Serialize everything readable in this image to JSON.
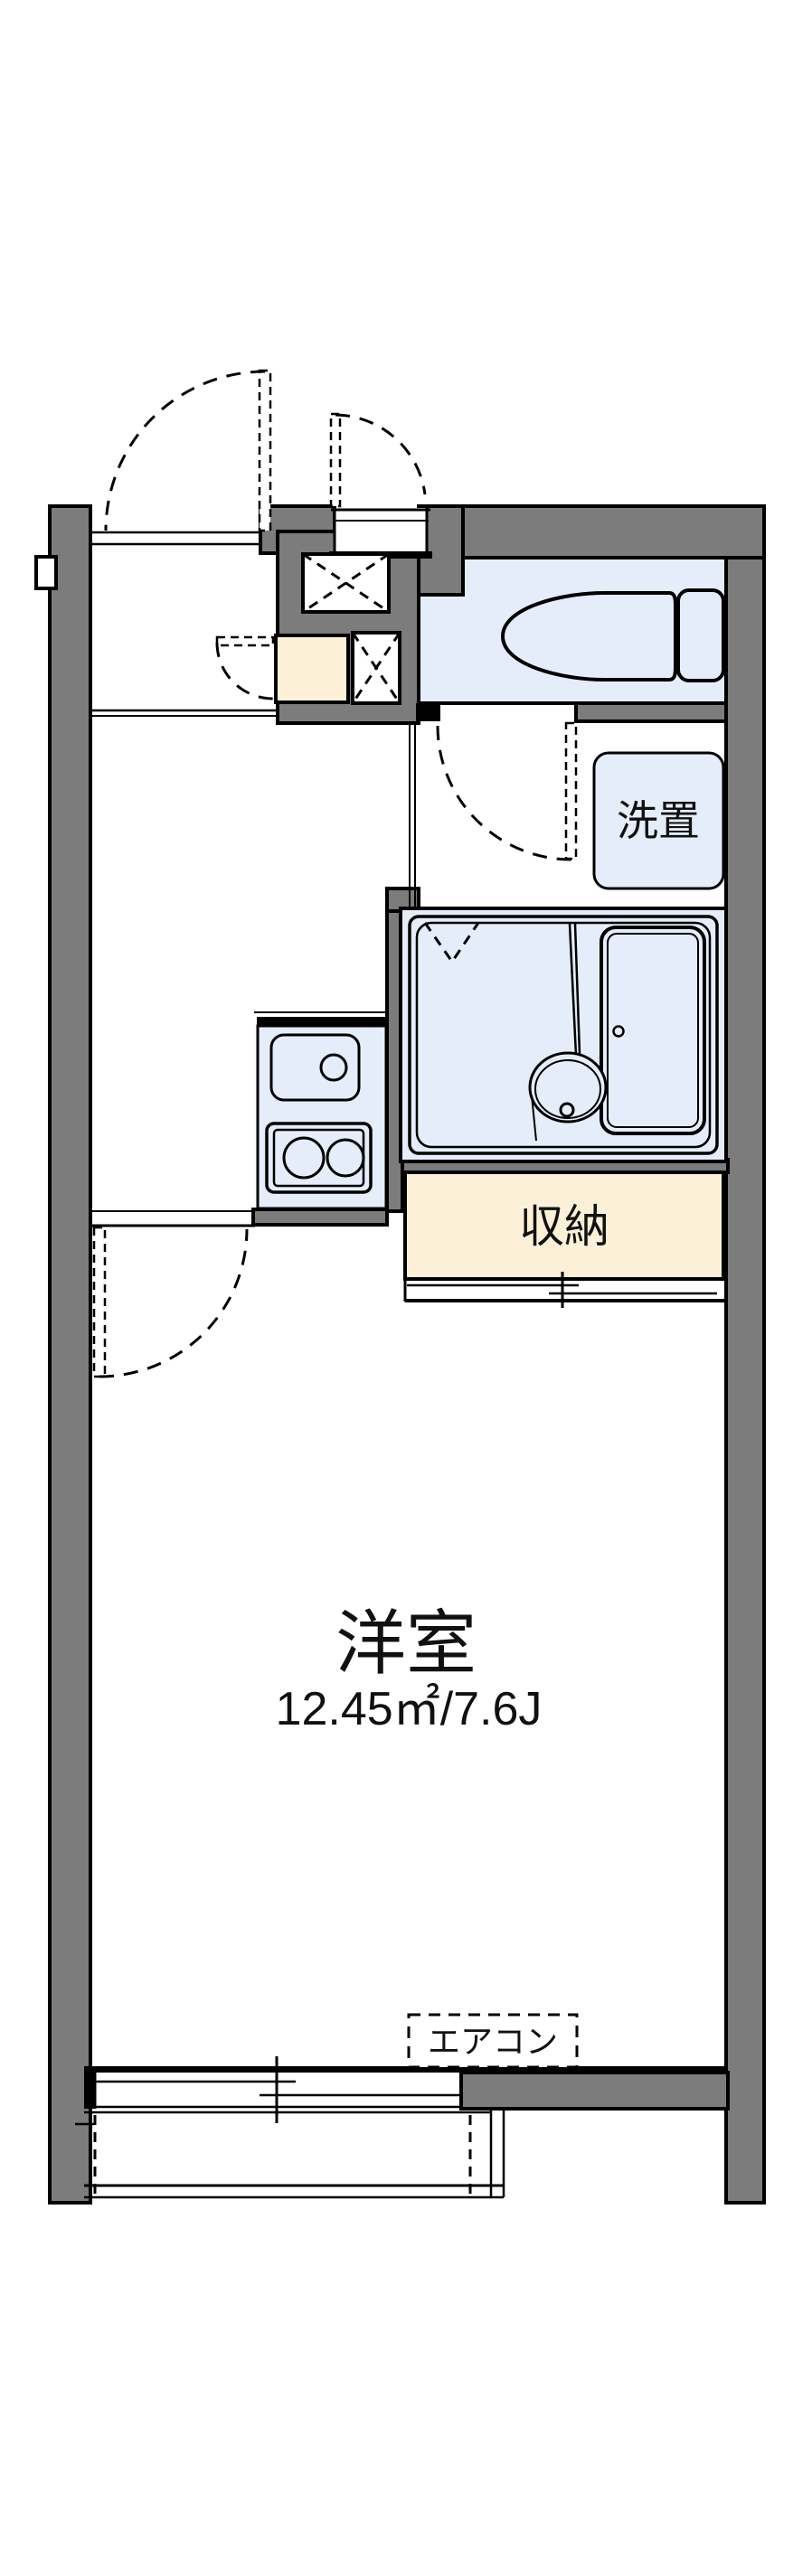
{
  "labels": {
    "main_room": "洋室",
    "main_room_area": "12.45㎡/7.6J",
    "storage": "収納",
    "washstand": "洗置",
    "aircon": "エアコン"
  },
  "colors": {
    "wall": "#7c7c7c",
    "water": "#e4edf9",
    "storage": "#fcf1d8",
    "line": "#000000",
    "bg": "#ffffff"
  }
}
